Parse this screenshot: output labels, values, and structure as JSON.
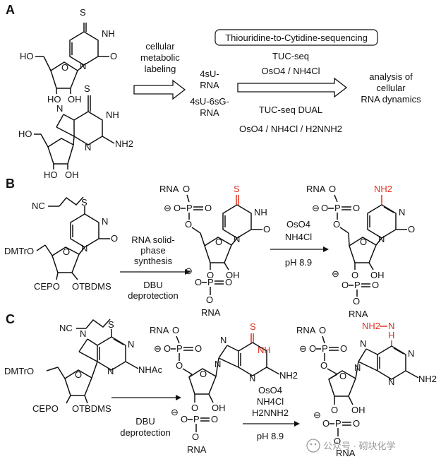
{
  "panels": {
    "a": "A",
    "b": "B",
    "c": "C"
  },
  "section_a": {
    "label_cellular": "cellular",
    "label_metabolic": "metabolic",
    "label_labeling": "labeling",
    "rna_4su_1": "4sU-",
    "rna_4su_2": "RNA",
    "rna_6sg_1": "4sU-6sG-",
    "rna_6sg_2": "RNA",
    "method_box": "Thiouridine-to-Cytidine-sequencing",
    "tuc_seq": "TUC-seq",
    "tuc_reagents": "OsO4 / NH4Cl",
    "tuc_dual": "TUC-seq DUAL",
    "dual_reagents": "OsO4 / NH4Cl / H2NNH2",
    "analysis_1": "analysis of",
    "analysis_2": "cellular",
    "analysis_3": "RNA dynamics"
  },
  "section_b": {
    "cond1_l1": "RNA solid-",
    "cond1_l2": "phase",
    "cond1_l3": "synthesis",
    "cond2_l1": "DBU",
    "cond2_l2": "deprotection",
    "cond3_l1": "OsO4",
    "cond3_l2": "NH4Cl",
    "cond3_l3": "pH 8.9"
  },
  "section_c": {
    "cond1_l1": "DBU",
    "cond1_l2": "deprotection",
    "cond2_l1": "OsO4",
    "cond2_l2": "NH4Cl",
    "cond2_l3": "H2NNH2",
    "cond2_l4": "pH 8.9"
  },
  "atoms": {
    "S": "S",
    "NH": "NH",
    "N": "N",
    "O": "O",
    "HO": "HO",
    "OH": "OH",
    "NH2": "NH2",
    "NC": "NC",
    "DMTrO": "DMTrO",
    "CEPO": "CEPO",
    "OTBDMS": "OTBDMS",
    "NHAc": "NHAc",
    "RNA": "RNA",
    "P": "P",
    "minus": "⊖",
    "H": "H"
  },
  "watermark": {
    "text": "公众号 · 砌块化学"
  },
  "colors": {
    "highlight": "#e0301e",
    "ink": "#111111",
    "watermark": "#9a9a9a"
  }
}
